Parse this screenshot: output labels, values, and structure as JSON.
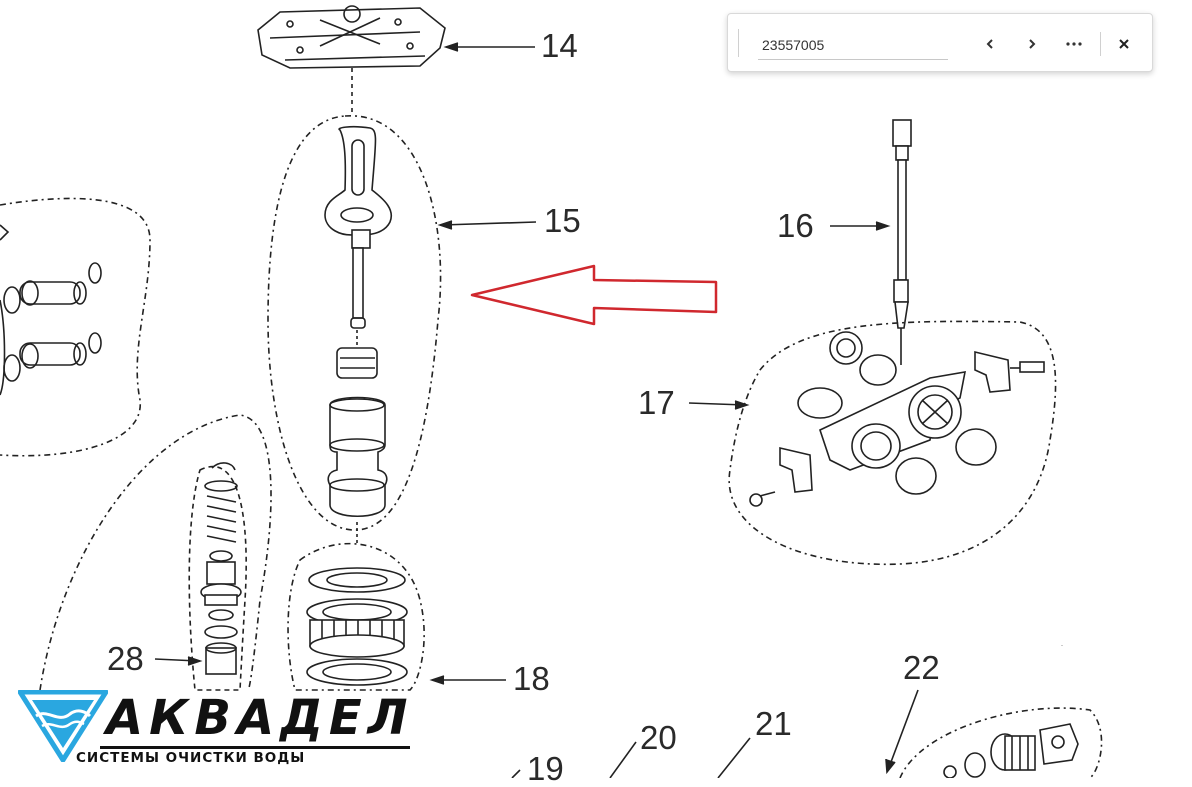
{
  "find_bar": {
    "query": "23557005",
    "prev_icon": "chevron-left-icon",
    "next_icon": "chevron-right-icon",
    "more_icon": "more-horizontal-icon",
    "close_icon": "close-icon"
  },
  "callouts": {
    "c14": "14",
    "c15": "15",
    "c16": "16",
    "c17": "17",
    "c18": "18",
    "c19": "19",
    "c20": "20",
    "c21": "21",
    "c22": "22",
    "c28": "28"
  },
  "highlight_arrow_color": "#d0282e",
  "logo": {
    "wordmark": "АКВАДЕЛ",
    "tagline": "СИСТЕМЫ ОЧИСТКИ ВОДЫ",
    "brand_color": "#2aa7e0"
  }
}
